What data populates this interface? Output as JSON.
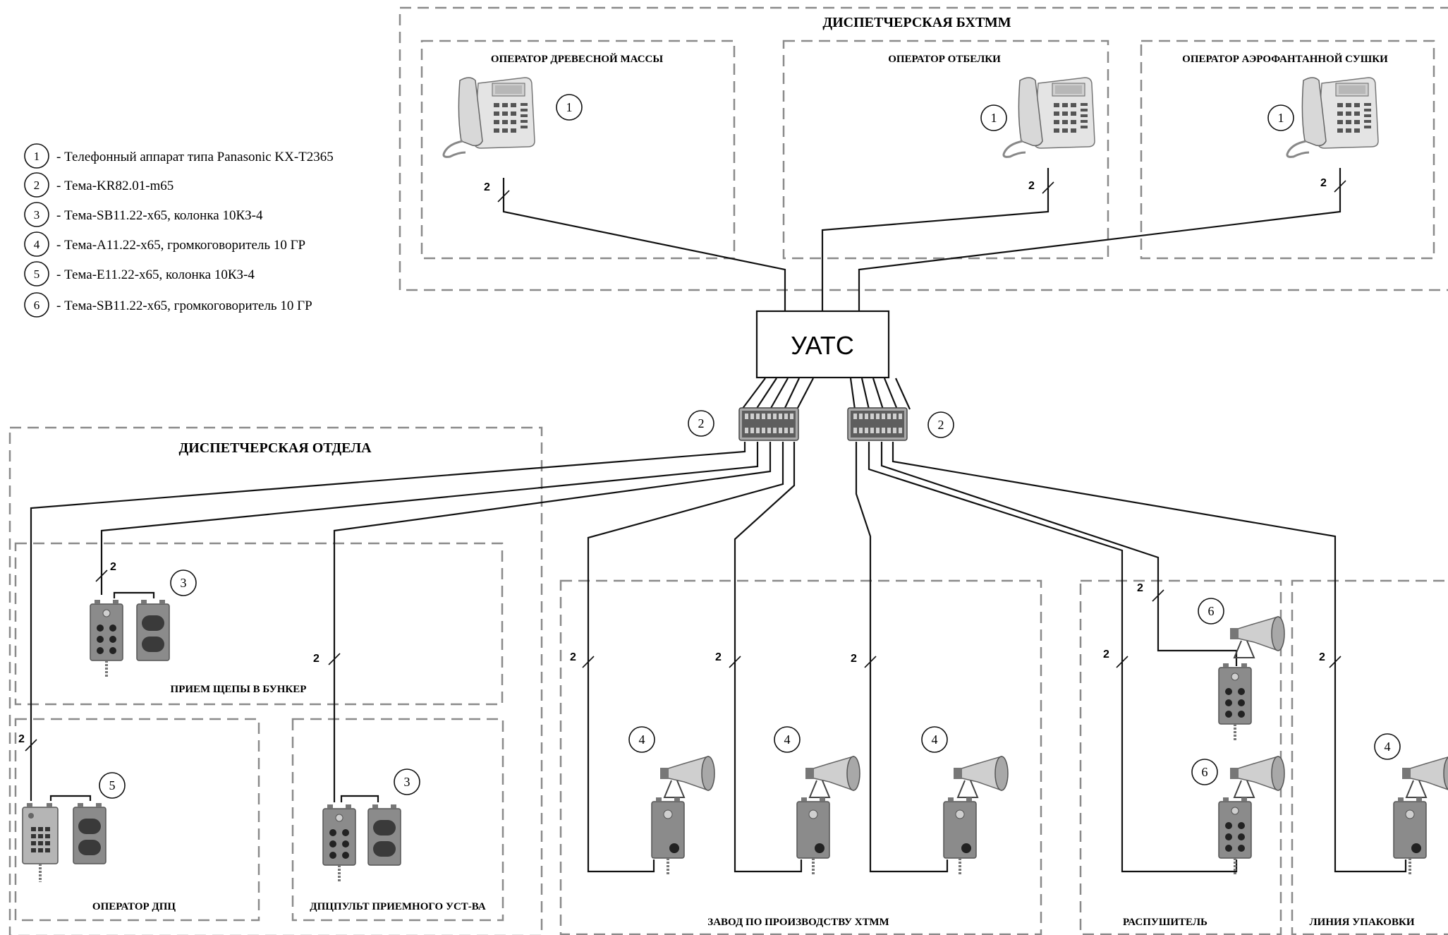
{
  "legend": [
    {
      "num": "1",
      "text": "- Телефонный аппарат типа Panasonic KX-T2365"
    },
    {
      "num": "2",
      "text": "- Тема-KR82.01-m65"
    },
    {
      "num": "3",
      "text": "- Тема-SB11.22-x65, колонка 10КЗ-4"
    },
    {
      "num": "4",
      "text": "- Тема-A11.22-x65, громкоговоритель 10 ГР"
    },
    {
      "num": "5",
      "text": "- Тема-E11.22-x65, колонка 10КЗ-4"
    },
    {
      "num": "6",
      "text": "- Тема-SB11.22-x65, громкоговоритель 10 ГР"
    }
  ],
  "zones": {
    "bhtmm": "ДИСПЕТЧЕРСКАЯ БХТММ",
    "op_wood": "ОПЕРАТОР ДРЕВЕСНОЙ МАССЫ",
    "op_finish": "ОПЕРАТОР ОТБЕЛКИ",
    "op_dry": "ОПЕРАТОР АЭРОФАНТАННОЙ СУШКИ",
    "dept": "ДИСПЕТЧЕРСКАЯ ОТДЕЛА",
    "chips": "ПРИЕМ ЩЕПЫ В БУНКЕР",
    "op_dpc": "ОПЕРАТОР  ДПЦ",
    "dpc_panel": "ДПЦПУЛЬТ ПРИЕМНОГО УСТ-ВА",
    "plant": "ЗАВОД ПО ПРОИЗВОДСТВУ ХТММ",
    "dissolver": "РАСПУШИТЕЛЬ",
    "packing": "ЛИНИЯ УПАКОВКИ"
  },
  "center": {
    "label": "УАТС"
  },
  "cable_mark": "2",
  "markers": {
    "phone1": "1",
    "phone2": "1",
    "phone3": "1",
    "box_left": "2",
    "box_right": "2",
    "chips_dev": "3",
    "dpc_dev": "5",
    "panel_dev": "3",
    "plant1": "4",
    "plant2": "4",
    "plant3": "4",
    "diss_top": "6",
    "diss_bot": "6",
    "pack": "4"
  }
}
